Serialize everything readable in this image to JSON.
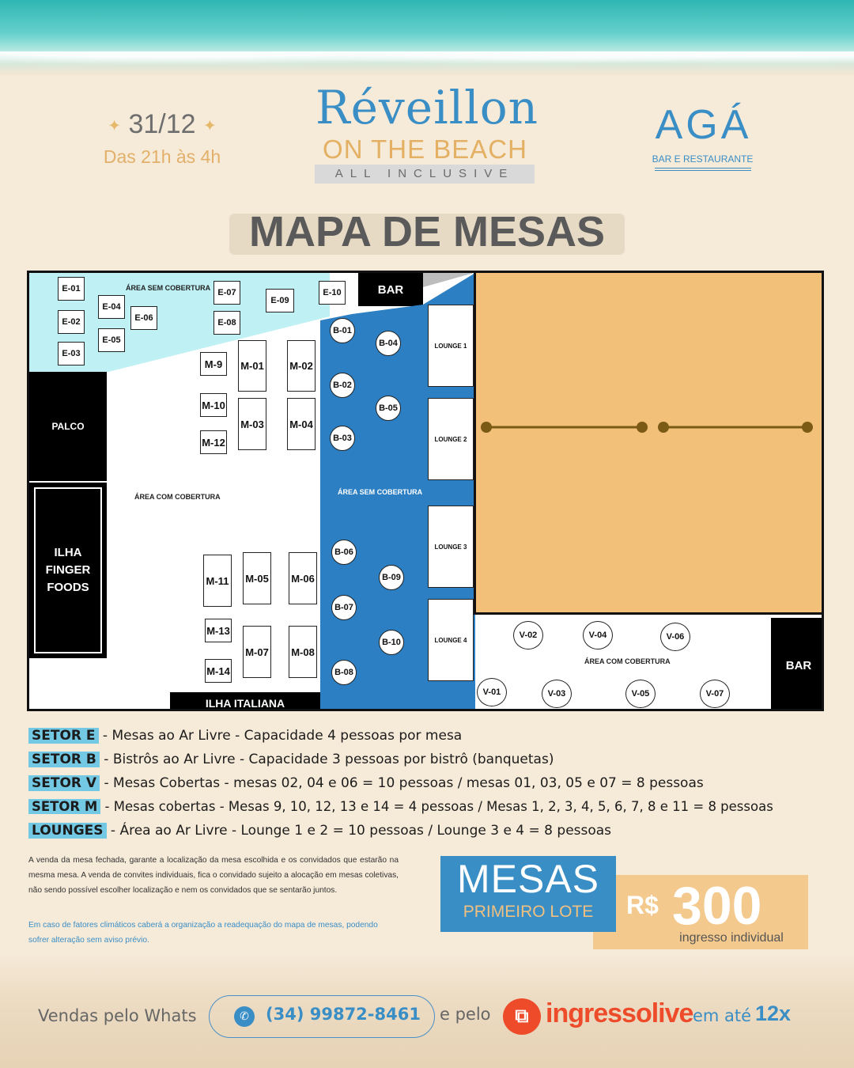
{
  "header": {
    "date": "31/12",
    "hours": "Das 21h às 4h",
    "title_main": "Réveillon",
    "title_sub": "ON THE BEACH",
    "title_tag": "ALL INCLUSIVE",
    "logo_text": "AGÁ",
    "logo_sub": "BAR E RESTAURANTE",
    "map_title": "MAPA DE MESAS"
  },
  "map": {
    "area_sem_cobertura": "ÁREA SEM COBERTURA",
    "area_com_cobertura": "ÁREA COM COBERTURA",
    "bar": "BAR",
    "palco": "PALCO",
    "ilha_finger": "ILHA FINGER FOODS",
    "ilha_italiana": "ILHA ITALIANA",
    "e_tables": [
      "E-01",
      "E-02",
      "E-03",
      "E-04",
      "E-05",
      "E-06",
      "E-07",
      "E-08",
      "E-09",
      "E-10"
    ],
    "m_tables": [
      "M-9",
      "M-01",
      "M-02",
      "M-10",
      "M-03",
      "M-04",
      "M-12",
      "M-11",
      "M-05",
      "M-06",
      "M-13",
      "M-07",
      "M-08",
      "M-14"
    ],
    "b_tables": [
      "B-01",
      "B-04",
      "B-02",
      "B-05",
      "B-03",
      "B-06",
      "B-09",
      "B-07",
      "B-10",
      "B-08"
    ],
    "v_tables": [
      "V-02",
      "V-04",
      "V-06",
      "V-01",
      "V-03",
      "V-05",
      "V-07"
    ],
    "lounges": [
      "LOUNGE 1",
      "LOUNGE 2",
      "LOUNGE 3",
      "LOUNGE 4"
    ],
    "colors": {
      "light_blue": "#bff0f4",
      "blue": "#2c7fc2",
      "orange": "#f3c07a",
      "line": "#7a5a14"
    }
  },
  "sectors": [
    {
      "tag": "SETOR E",
      "text": " - Mesas ao Ar Livre - Capacidade 4 pessoas por mesa"
    },
    {
      "tag": "SETOR B",
      "text": " - Bistrôs ao Ar Livre - Capacidade 3 pessoas por bistrô (banquetas)"
    },
    {
      "tag": "SETOR V",
      "text": " - Mesas Cobertas - mesas 02, 04 e 06 = 10 pessoas / mesas 01, 03, 05 e 07 = 8 pessoas"
    },
    {
      "tag": "SETOR M",
      "text": " - Mesas cobertas - Mesas 9, 10, 12, 13 e 14 = 4 pessoas / Mesas 1, 2, 3, 4, 5, 6, 7, 8 e 11 = 8 pessoas"
    },
    {
      "tag": "LOUNGES",
      "text": " - Área ao Ar Livre - Lounge 1 e 2 = 10 pessoas / Lounge 3 e 4 = 8 pessoas"
    }
  ],
  "notes": {
    "main": "A venda da mesa fechada, garante a localização da mesa escolhida e os convidados que estarão na mesma mesa. A venda de convites individuais, fica o convidado sujeito a alocação em mesas coletivas, não sendo possível escolher localização e nem os convidados que se sentarão juntos.",
    "weather": "Em caso de fatores climáticos caberá a organização a readequação do mapa de mesas, podendo sofrer alteração sem aviso prévio."
  },
  "price": {
    "mesas": "MESAS",
    "lote": "PRIMEIRO LOTE",
    "currency": "R$",
    "value": "300",
    "note": "ingresso individual"
  },
  "footer": {
    "whats_label": "Vendas pelo Whats",
    "phone": "(34) 99872-8461",
    "e_pelo": "e pelo",
    "ingresso_brand": "ingressolive",
    "em_ate": "em até",
    "parcelas": "12x"
  }
}
